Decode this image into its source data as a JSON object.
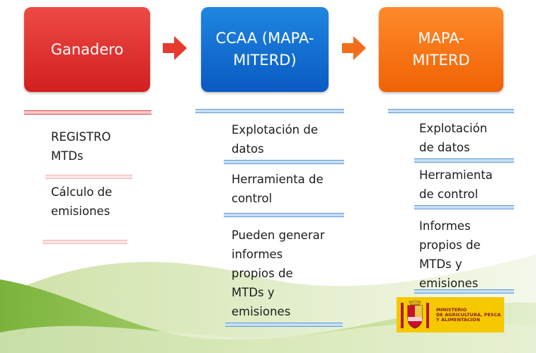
{
  "boxes": [
    {
      "label": "Ganadero",
      "color": "#e02e2c"
    },
    {
      "label": "CCAA (MAPA-\nMITERD)",
      "color": "#0f6fd4"
    },
    {
      "label": "MAPA-\nMITERD",
      "color": "#f87514"
    }
  ],
  "columns": [
    {
      "items": [
        "REGISTRO\nMTDs",
        "Cálculo de\nemisiones"
      ]
    },
    {
      "items": [
        "Explotación de\ndatos",
        "Herramienta de\ncontrol",
        "Pueden generar\ninformes\npropios de\nMTDs y\nemisiones"
      ]
    },
    {
      "items": [
        "Explotación\nde datos",
        "Herramienta\nde control",
        "Informes\npropios de\nMTDs y\nemisiones"
      ]
    }
  ],
  "logo": {
    "text": "MINISTERIO\nDE AGRICULTURA, PESCA\nY ALIMENTACIÓN",
    "icon": "coat-of-arms-icon"
  },
  "colors": {
    "arrow": "#e8392f",
    "arrow2": "#f36e1c",
    "rule_red": "#e14848",
    "rule_blue": "#5b9bd7",
    "swoosh": "#8cbf3a"
  }
}
